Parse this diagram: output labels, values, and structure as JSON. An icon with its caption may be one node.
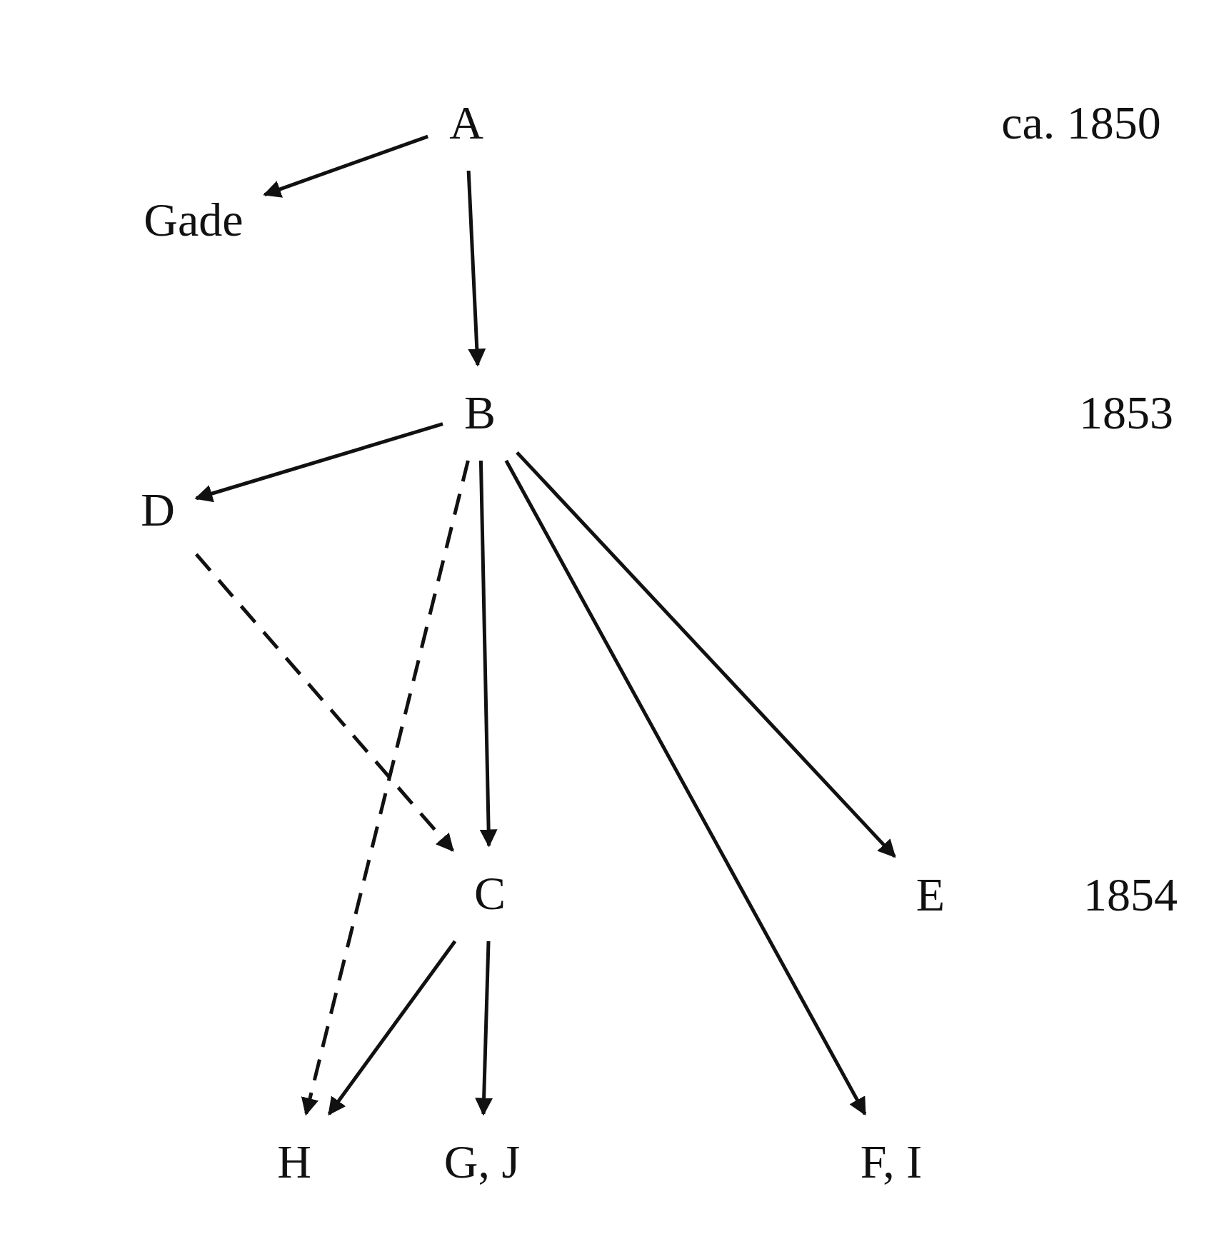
{
  "diagram": {
    "nodes": [
      {
        "text": [
          "A"
        ]
      },
      {
        "text": [
          "Gade"
        ]
      },
      {
        "text": [
          "B"
        ]
      },
      {
        "text": [
          "D"
        ]
      },
      {
        "text": [
          "C"
        ]
      },
      {
        "text": [
          "E"
        ]
      },
      {
        "text": [
          "H"
        ]
      },
      {
        "text": [
          "G, J"
        ]
      },
      {
        "text": [
          "F, I"
        ]
      }
    ],
    "edges": [
      {
        "from": 0,
        "to": 1,
        "arrow": "to"
      },
      {
        "from": 0,
        "to": 2,
        "arrow": "to"
      },
      {
        "from": 2,
        "to": 3,
        "arrow": "to"
      },
      {
        "from": 2,
        "to": 6,
        "arrow": "to",
        "style": "dashed"
      },
      {
        "from": 2,
        "to": 4,
        "arrow": "to"
      },
      {
        "from": 2,
        "to": 8,
        "arrow": "to"
      },
      {
        "from": 2,
        "to": 5,
        "arrow": "to"
      },
      {
        "from": 3,
        "to": 4,
        "arrow": "to",
        "style": "dashed"
      },
      {
        "from": 4,
        "to": 6,
        "arrow": "to"
      },
      {
        "from": 4,
        "to": 7,
        "arrow": "to"
      }
    ],
    "labels": [
      "ca. 1850",
      "1853",
      "1854"
    ]
  }
}
